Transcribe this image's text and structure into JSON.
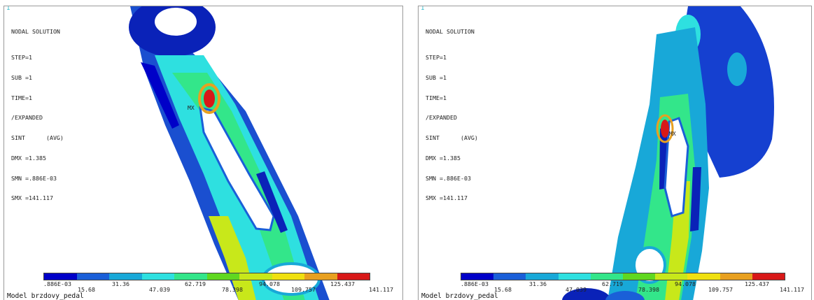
{
  "colors": [
    "#0000c8",
    "#1a5fd8",
    "#18a8d8",
    "#2ee0e0",
    "#33e68a",
    "#60d820",
    "#c8e81a",
    "#f0e010",
    "#e8a020",
    "#d81818"
  ],
  "panels": [
    {
      "window_number": "1",
      "solution_label": "NODAL SOLUTION",
      "lines": [
        "STEP=1",
        "SUB =1",
        "TIME=1",
        "/EXPANDED",
        "SINT      (AVG)",
        "DMX =1.385",
        "SMN =.886E-03",
        "SMX =141.117"
      ],
      "legend_top": [
        ".886E-03",
        "31.36",
        "62.719",
        "94.078",
        "125.437"
      ],
      "legend_bottom": [
        "15.68",
        "47.039",
        "78.398",
        "109.757",
        "141.117"
      ],
      "mx_label": "MX",
      "model_title": "Model brzdovy_pedal"
    },
    {
      "window_number": "1",
      "solution_label": "NODAL SOLUTION",
      "lines": [
        "STEP=1",
        "SUB =1",
        "TIME=1",
        "/EXPANDED",
        "SINT      (AVG)",
        "DMX =1.385",
        "SMN =.886E-03",
        "SMX =141.117"
      ],
      "legend_top": [
        ".886E-03",
        "31.36",
        "62.719",
        "94.078",
        "125.437"
      ],
      "legend_bottom": [
        "15.68",
        "47.039",
        "78.398",
        "109.757",
        "141.117"
      ],
      "mx_label": "MX",
      "model_title": "Model brzdovy_pedal"
    }
  ]
}
